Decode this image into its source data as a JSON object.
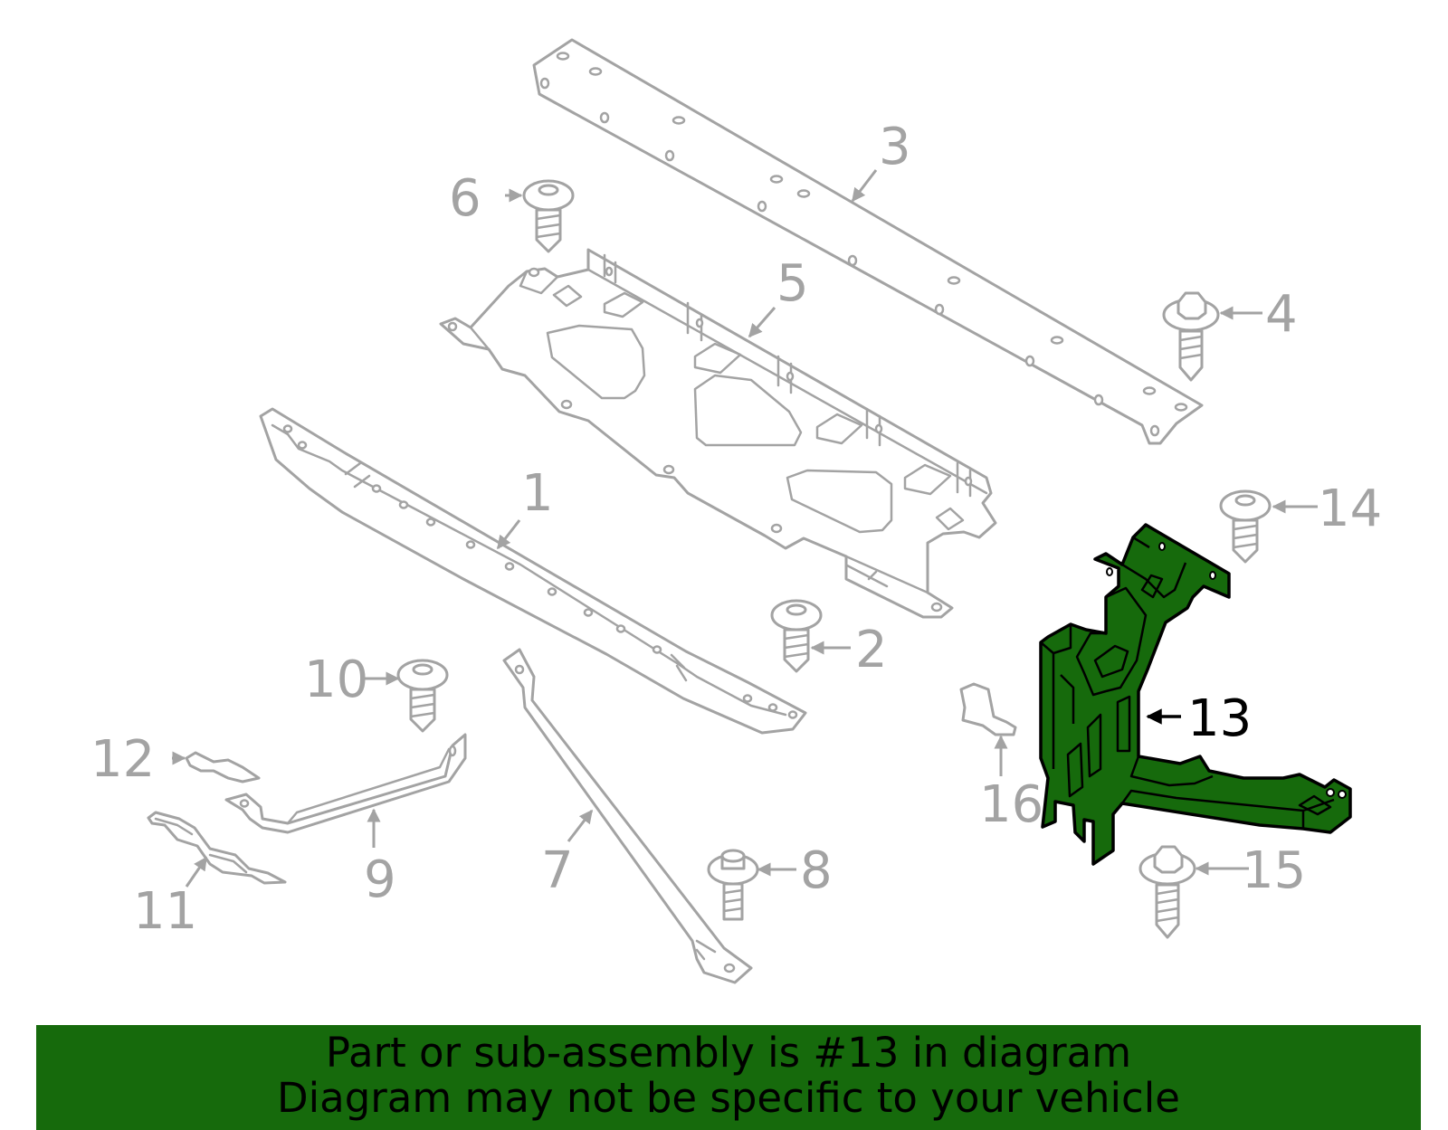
{
  "diagram": {
    "highlighted_callout": "13",
    "highlight_color": "#166a0c",
    "line_color": "#a3a3a3",
    "callouts": [
      "1",
      "2",
      "3",
      "4",
      "5",
      "6",
      "7",
      "8",
      "9",
      "10",
      "11",
      "12",
      "13",
      "14",
      "15",
      "16"
    ]
  },
  "banner": {
    "line1": "Part or sub-assembly is #13 in diagram",
    "line2": "Diagram may not be specific to your vehicle",
    "background": "#166a0c"
  }
}
